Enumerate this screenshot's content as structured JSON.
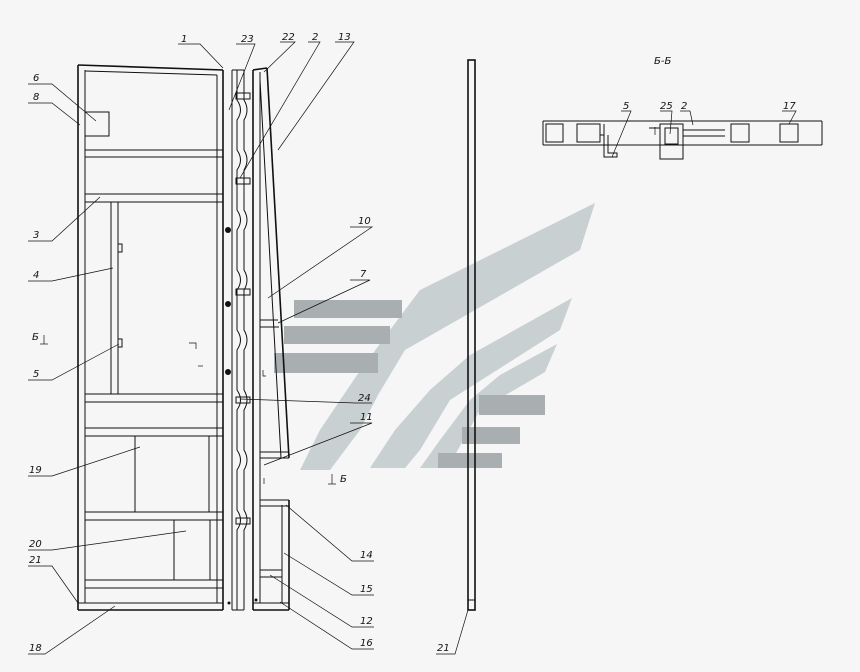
{
  "section_title": "Б-Б",
  "section_marker_top": "Б",
  "section_marker_bottom": "Б",
  "callouts": [
    {
      "id": "c1",
      "label": "1"
    },
    {
      "id": "c23",
      "label": "23"
    },
    {
      "id": "c22",
      "label": "22"
    },
    {
      "id": "c2",
      "label": "2"
    },
    {
      "id": "c13",
      "label": "13"
    },
    {
      "id": "c6",
      "label": "6"
    },
    {
      "id": "c8",
      "label": "8"
    },
    {
      "id": "c3",
      "label": "3"
    },
    {
      "id": "c4",
      "label": "4"
    },
    {
      "id": "c5",
      "label": "5"
    },
    {
      "id": "c10",
      "label": "10"
    },
    {
      "id": "c7",
      "label": "7"
    },
    {
      "id": "c24",
      "label": "24"
    },
    {
      "id": "c11",
      "label": "11"
    },
    {
      "id": "c19",
      "label": "19"
    },
    {
      "id": "c20",
      "label": "20"
    },
    {
      "id": "c21a",
      "label": "21"
    },
    {
      "id": "c18",
      "label": "18"
    },
    {
      "id": "c14",
      "label": "14"
    },
    {
      "id": "c15",
      "label": "15"
    },
    {
      "id": "c12",
      "label": "12"
    },
    {
      "id": "c16",
      "label": "16"
    },
    {
      "id": "c21b",
      "label": "21"
    },
    {
      "id": "s5",
      "label": "5"
    },
    {
      "id": "s25",
      "label": "25"
    },
    {
      "id": "s2",
      "label": "2"
    },
    {
      "id": "s17",
      "label": "17"
    }
  ]
}
